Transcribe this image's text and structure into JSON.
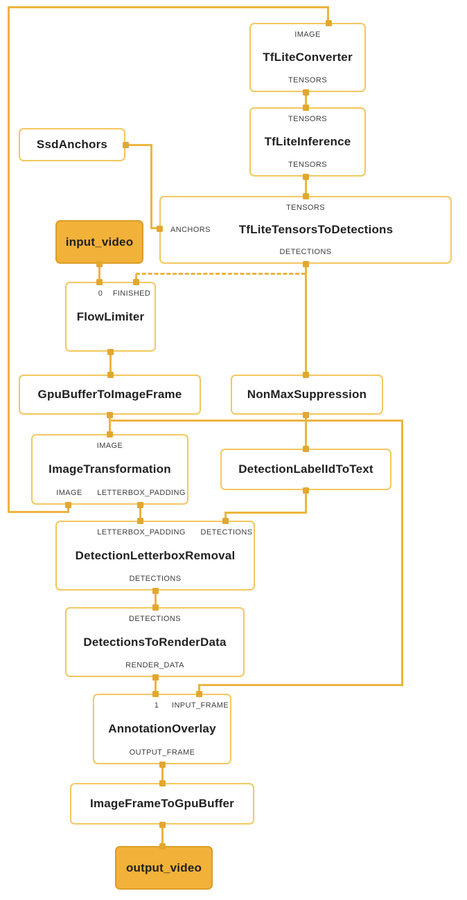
{
  "nodes": {
    "tflite_converter": {
      "label": "TfLiteConverter",
      "in_top": "IMAGE",
      "out_bottom": "TENSORS"
    },
    "tflite_inference": {
      "label": "TfLiteInference",
      "in_top": "TENSORS",
      "out_bottom": "TENSORS"
    },
    "ssd_anchors": {
      "label": "SsdAnchors"
    },
    "tflite_tensors_to_detections": {
      "label": "TfLiteTensorsToDetections",
      "in_top": "TENSORS",
      "in_left": "ANCHORS",
      "out_bottom": "DETECTIONS"
    },
    "input_video": {
      "label": "input_video"
    },
    "flow_limiter": {
      "label": "FlowLimiter",
      "in_0": "0",
      "in_finished": "FINISHED"
    },
    "gpu_buffer_to_image_frame": {
      "label": "GpuBufferToImageFrame"
    },
    "non_max_suppression": {
      "label": "NonMaxSuppression"
    },
    "image_transformation": {
      "label": "ImageTransformation",
      "in_top": "IMAGE",
      "out_image": "IMAGE",
      "out_letterbox": "LETTERBOX_PADDING"
    },
    "detection_label_id_to_text": {
      "label": "DetectionLabelIdToText"
    },
    "detection_letterbox_removal": {
      "label": "DetectionLetterboxRemoval",
      "in_letterbox": "LETTERBOX_PADDING",
      "in_detections": "DETECTIONS",
      "out_bottom": "DETECTIONS"
    },
    "detections_to_render_data": {
      "label": "DetectionsToRenderData",
      "in_top": "DETECTIONS",
      "out_bottom": "RENDER_DATA"
    },
    "annotation_overlay": {
      "label": "AnnotationOverlay",
      "in_1": "1",
      "in_input_frame": "INPUT_FRAME",
      "out_bottom": "OUTPUT_FRAME"
    },
    "image_frame_to_gpu_buffer": {
      "label": "ImageFrameToGpuBuffer"
    },
    "output_video": {
      "label": "output_video"
    }
  },
  "edges": [
    {
      "from": "input_video",
      "to": "FlowLimiter:0",
      "style": "solid"
    },
    {
      "from": "TfLiteTensorsToDetections:DETECTIONS",
      "to": "FlowLimiter:FINISHED",
      "style": "dashed"
    },
    {
      "from": "FlowLimiter",
      "to": "GpuBufferToImageFrame",
      "style": "solid"
    },
    {
      "from": "GpuBufferToImageFrame",
      "to": "ImageTransformation:IMAGE",
      "style": "solid"
    },
    {
      "from": "GpuBufferToImageFrame",
      "to": "AnnotationOverlay:INPUT_FRAME",
      "style": "solid"
    },
    {
      "from": "ImageTransformation:IMAGE",
      "to": "TfLiteConverter:IMAGE",
      "style": "solid"
    },
    {
      "from": "ImageTransformation:LETTERBOX_PADDING",
      "to": "DetectionLetterboxRemoval:LETTERBOX_PADDING",
      "style": "solid"
    },
    {
      "from": "TfLiteConverter:TENSORS",
      "to": "TfLiteInference:TENSORS",
      "style": "solid"
    },
    {
      "from": "TfLiteInference:TENSORS",
      "to": "TfLiteTensorsToDetections:TENSORS",
      "style": "solid"
    },
    {
      "from": "SsdAnchors",
      "to": "TfLiteTensorsToDetections:ANCHORS",
      "style": "solid"
    },
    {
      "from": "TfLiteTensorsToDetections:DETECTIONS",
      "to": "NonMaxSuppression",
      "style": "solid"
    },
    {
      "from": "NonMaxSuppression",
      "to": "DetectionLabelIdToText",
      "style": "solid"
    },
    {
      "from": "DetectionLabelIdToText",
      "to": "DetectionLetterboxRemoval:DETECTIONS",
      "style": "solid"
    },
    {
      "from": "DetectionLetterboxRemoval:DETECTIONS",
      "to": "DetectionsToRenderData:DETECTIONS",
      "style": "solid"
    },
    {
      "from": "DetectionsToRenderData:RENDER_DATA",
      "to": "AnnotationOverlay:1",
      "style": "solid"
    },
    {
      "from": "AnnotationOverlay:OUTPUT_FRAME",
      "to": "ImageFrameToGpuBuffer",
      "style": "solid"
    },
    {
      "from": "ImageFrameToGpuBuffer",
      "to": "output_video",
      "style": "solid"
    }
  ],
  "colors": {
    "edge": "#EDB43F",
    "node_border": "#F3C75F",
    "port": "#E2A730",
    "stream_fill": "#F2B138",
    "stream_border": "#DB9E27",
    "text": "#212121"
  }
}
